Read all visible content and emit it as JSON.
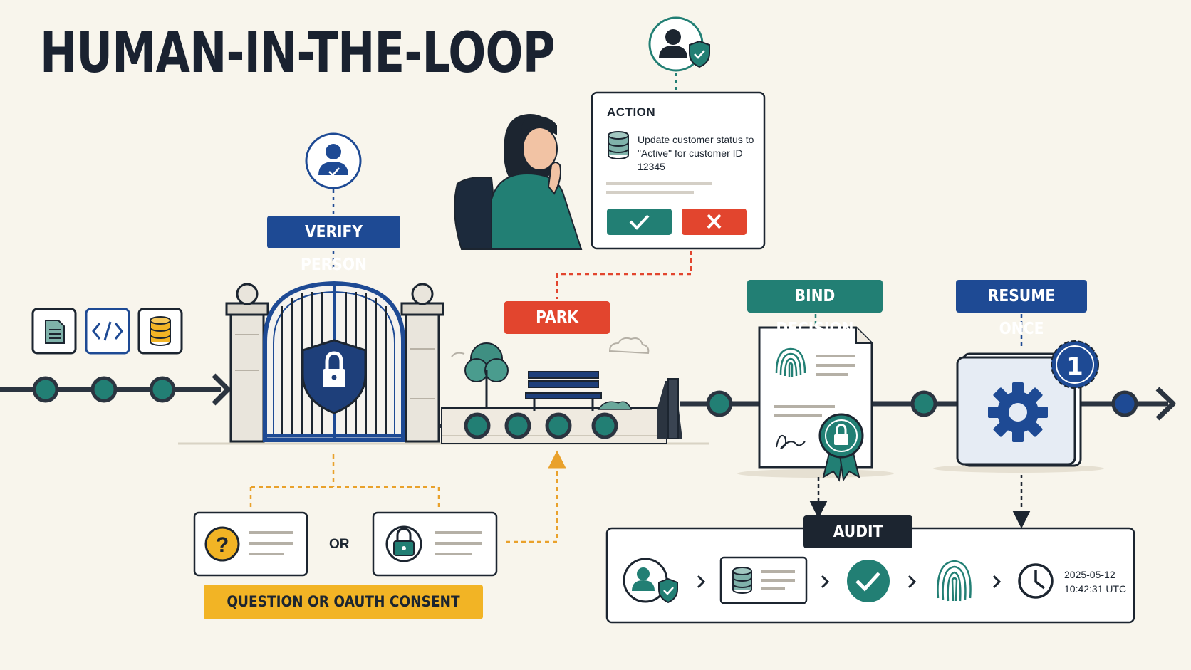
{
  "title": "HUMAN-IN-THE-LOOP",
  "labels": {
    "verify": "VERIFY PERSON",
    "park": "PARK",
    "bind": "BIND DECISION",
    "resume": "RESUME ONCE",
    "audit": "AUDIT",
    "question": "QUESTION OR OAUTH CONSENT",
    "or": "OR"
  },
  "action_card": {
    "heading": "ACTION",
    "text": "Update customer status to \"Active\" for customer ID 12345"
  },
  "resume_badge": "1",
  "audit_timestamp": {
    "date": "2025-05-12",
    "time": "10:42:31 UTC"
  },
  "colors": {
    "navy": "#1e4a94",
    "teal": "#227f74",
    "red": "#e2452e",
    "orange": "#e9a12b",
    "dark": "#1c2530",
    "background": "#f8f5ec"
  },
  "icons": [
    "document-icon",
    "code-icon",
    "database-icon",
    "verified-person-icon",
    "lock-shield-icon",
    "question-icon",
    "padlock-icon",
    "fingerprint-icon",
    "seal-lock-icon",
    "gear-icon",
    "checkmark-icon",
    "clock-icon"
  ]
}
